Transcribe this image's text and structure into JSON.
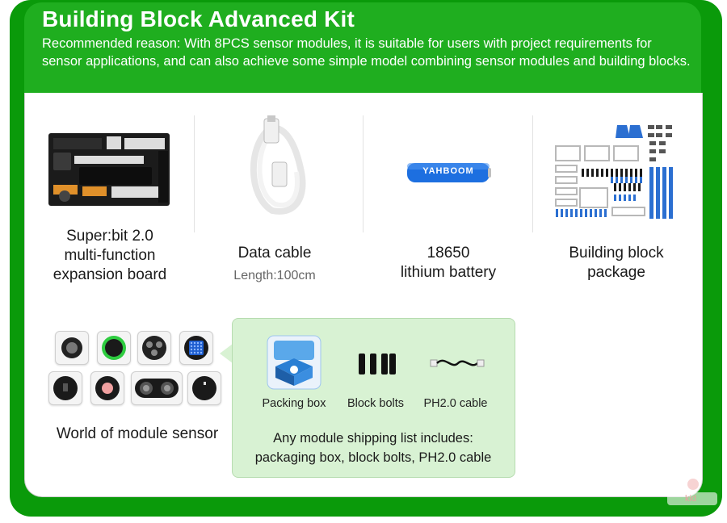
{
  "header": {
    "title": "Building Block Advanced Kit",
    "description": "Recommended reason: With 8PCS sensor modules, it is suitable for users with project requirements for sensor applications, and can also achieve some simple model combining sensor modules and building blocks."
  },
  "products": [
    {
      "line1": "Super:bit 2.0",
      "line2": "multi-function",
      "line3": "expansion board"
    },
    {
      "line1": "Data cable",
      "sub": "Length:100cm"
    },
    {
      "line1": "18650",
      "line2": "lithium battery",
      "battery_text": "YAHBOOM"
    },
    {
      "line1": "Building block",
      "line2": "package"
    }
  ],
  "sensors": {
    "label": "World of module sensor"
  },
  "shipping": {
    "items": [
      "Packing box",
      "Block bolts",
      "PH2.0 cable"
    ],
    "line1": "Any module shipping list includes:",
    "line2": "packaging box, block bolts, PH2.0 cable"
  },
  "colors": {
    "frame": "#0a9a0a",
    "header": "#1fae1f",
    "bubble": "#d8f2d3",
    "battery": "#1d6fe0"
  },
  "watermark": "kid"
}
